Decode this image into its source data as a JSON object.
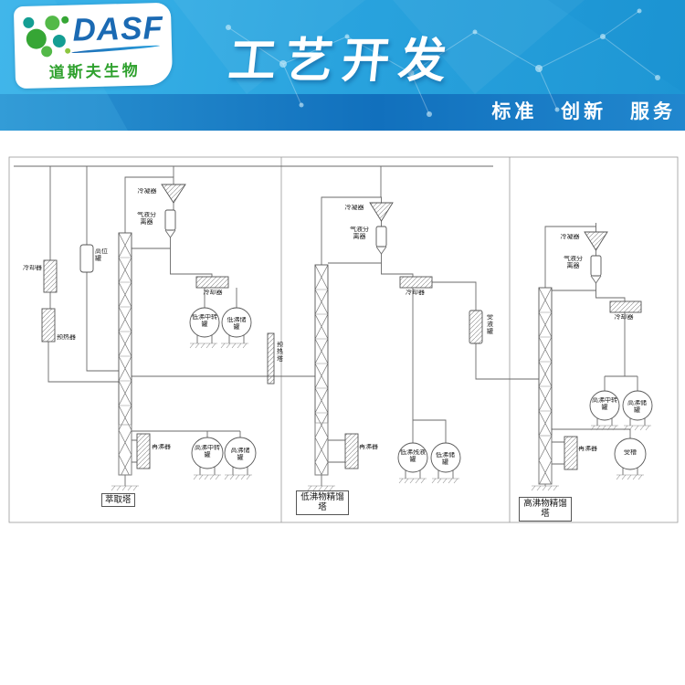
{
  "header": {
    "brand": "DASF",
    "brand_sub": "道斯夫生物",
    "title": "工艺开发",
    "tagline": "标准 创新 服务"
  },
  "diagram": {
    "s1": {
      "condenser": "冷凝器",
      "separator": "气液分离器",
      "high_tank": "高位罐",
      "cooler_left": "冷却器",
      "preheater": "预热器",
      "cooler": "冷却器",
      "tank_mid_a": "低沸中转罐",
      "tank_mid_b": "低沸储罐",
      "reboiler": "再沸器",
      "tank_bot_a": "高沸中转罐",
      "tank_bot_b": "高沸储罐",
      "preheat_tower": "预热塔",
      "tower_name": "萃取塔"
    },
    "s2": {
      "condenser": "冷凝器",
      "separator": "气液分离器",
      "cooler": "冷却器",
      "receiver": "受液罐",
      "reboiler": "再沸器",
      "tank_a": "低沸残液罐",
      "tank_b": "低沸储罐",
      "tower_name": "低沸物精馏塔"
    },
    "s3": {
      "condenser": "冷凝器",
      "separator": "气液分离器",
      "cooler": "冷却器",
      "reboiler": "再沸器",
      "tank_a": "高沸中转罐",
      "tank_b": "高沸储罐",
      "receiver": "受槽",
      "tower_name": "高沸物精馏塔"
    }
  }
}
